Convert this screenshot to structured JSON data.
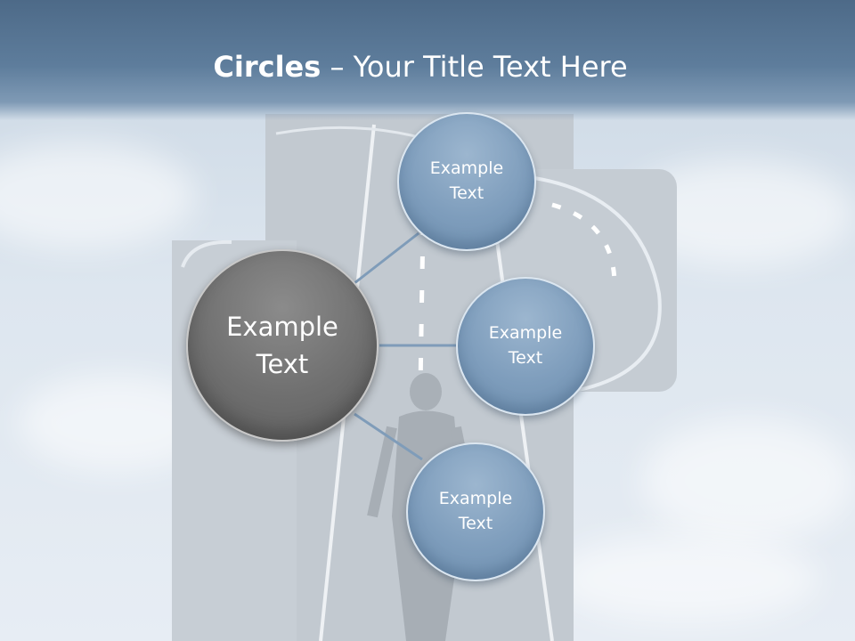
{
  "slide": {
    "title_bold": "Circles",
    "title_rest": " – Your Title Text Here"
  },
  "diagram": {
    "center": {
      "line1": "Example",
      "line2": "Text"
    },
    "nodes": [
      {
        "line1": "Example",
        "line2": "Text"
      },
      {
        "line1": "Example",
        "line2": "Text"
      },
      {
        "line1": "Example",
        "line2": "Text"
      }
    ]
  },
  "colors": {
    "header": "#5e7d9c",
    "node_blue": "#7e9dbc",
    "node_gray": "#6f6f6f",
    "connector": "#7f9cb9"
  }
}
